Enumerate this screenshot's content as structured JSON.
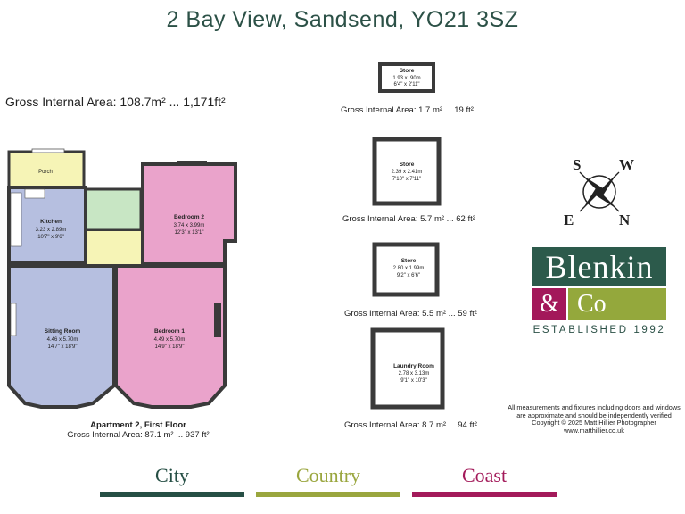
{
  "title": "2 Bay View, Sandsend, YO21 3SZ",
  "gross_total": "Gross Internal Area: 108.7m² ... 1,171ft²",
  "apartment": {
    "name": "Apartment 2, First Floor",
    "area": "Gross Internal Area: 87.1 m² ... 937 ft²",
    "rooms": [
      {
        "name": "Porch",
        "dims_m": "",
        "dims_ft": ""
      },
      {
        "name": "Kitchen",
        "dims_m": "3.23 x 2.89m",
        "dims_ft": "10'7\" x 9'6\""
      },
      {
        "name": "Bedroom 2",
        "dims_m": "3.74 x 3.99m",
        "dims_ft": "12'3\" x 13'1\""
      },
      {
        "name": "Sitting Room",
        "dims_m": "4.46 x 5.70m",
        "dims_ft": "14'7\" x 18'9\""
      },
      {
        "name": "Bedroom 1",
        "dims_m": "4.49 x 5.70m",
        "dims_ft": "14'9\" x 18'9\""
      }
    ]
  },
  "outbuildings": [
    {
      "name": "Store",
      "dims_m": "1.93 x .90m",
      "dims_ft": "6'4\" x 2'11\"",
      "area": "Gross Internal Area: 1.7 m² ... 19 ft²"
    },
    {
      "name": "Store",
      "dims_m": "2.39 x 2.41m",
      "dims_ft": "7'10\" x 7'11\"",
      "area": "Gross Internal Area: 5.7 m² ... 62 ft²"
    },
    {
      "name": "Store",
      "dims_m": "2.80 x 1.99m",
      "dims_ft": "9'2\" x 6'6\"",
      "area": "Gross Internal Area: 5.5 m² ... 59 ft²"
    },
    {
      "name": "Laundry Room",
      "dims_m": "2.78 x 3.13m",
      "dims_ft": "9'1\" x 10'3\"",
      "area": "Gross Internal Area: 8.7 m² ... 94 ft²"
    }
  ],
  "compass": {
    "s": "S",
    "w": "W",
    "e": "E",
    "n": "N"
  },
  "logo": {
    "name": "Blenkin",
    "amp": "&",
    "co": "Co",
    "established": "ESTABLISHED 1992"
  },
  "disclaimer": [
    "All measurements and fixtures including doors and windows",
    "are approximate and should be independently verified",
    "Copyright © 2025 Matt Hillier Photographer",
    "www.matthillier.co.uk"
  ],
  "footer": [
    {
      "word": "City",
      "color": "#264f45"
    },
    {
      "word": "Country",
      "color": "#9aa63e"
    },
    {
      "word": "Coast",
      "color": "#a31a5a"
    }
  ],
  "colors": {
    "kitchen": "#b6bfe0",
    "bedroom": "#eaa3cb",
    "sitting": "#b6bfe0",
    "porch": "#f6f4b6",
    "bathroom": "#c8e6c4",
    "hall": "#f6f4b6",
    "wall": "#3a3a3a"
  }
}
